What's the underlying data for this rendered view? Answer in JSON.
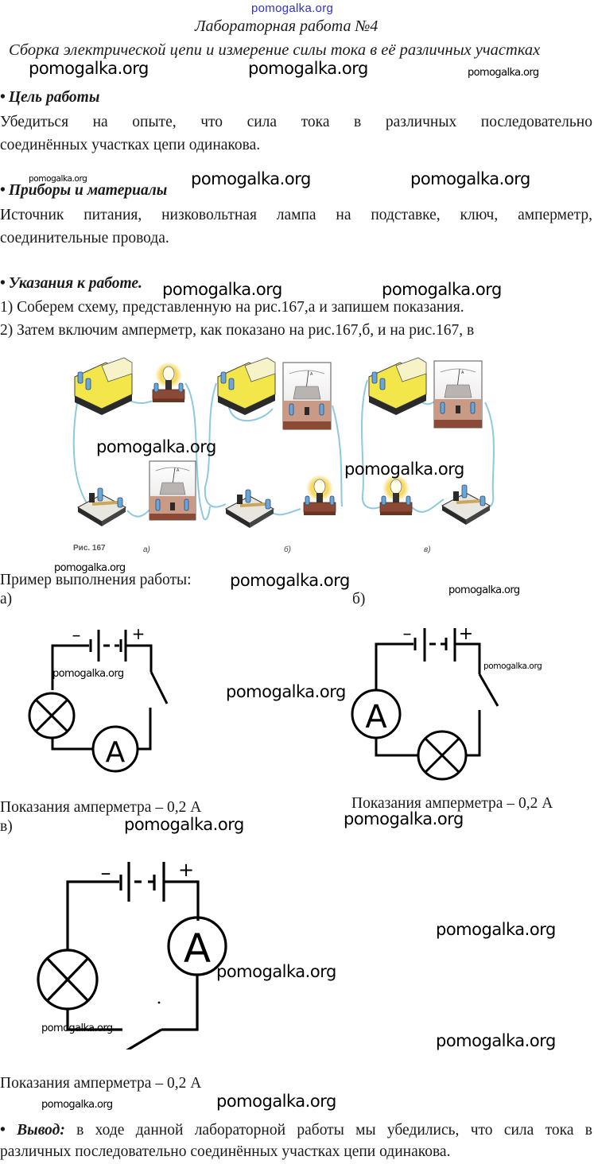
{
  "watermark": "pomogalka.org",
  "header": {
    "lab_title": "Лабораторная работа №4",
    "lab_subtitle": "Сборка электрической цепи и измерение силы тока в её различных участках"
  },
  "goal": {
    "heading": "Цель работы",
    "text_line1": "Убедиться на опыте, что сила тока в различных последовательно",
    "text_line2": "соединённых участках цепи одинакова."
  },
  "equipment": {
    "heading": "Приборы и материалы",
    "text_line1": "Источник питания, низковольтная лампа на подставке, ключ, амперметр,",
    "text_line2": "соединительные провода."
  },
  "instructions": {
    "heading": "Указания к работе.",
    "steps": [
      "1) Соберем схему, представленную на рис.167,а и запишем показания.",
      "2) Затем включим амперметр, как показано на рис.167,б, и на рис.167, в"
    ]
  },
  "figure_167": {
    "caption": "Рис. 167",
    "panel_labels": [
      "а)",
      "б)",
      "в)"
    ],
    "ammeter_letter": "A",
    "colors": {
      "wire": "#8ec9df",
      "source_yellow": "#f2e64a",
      "base_brown": "#8b4a35",
      "bulb_glow": "#f6d75a",
      "terminal_blue": "#6aa6d8"
    }
  },
  "example": {
    "heading": "Пример выполнения работы:",
    "schemes": [
      {
        "label": "а)",
        "reading": "Показания амперметра – 0,2 А"
      },
      {
        "label": "б)",
        "reading": "Показания амперметра – 0,2 А"
      },
      {
        "label": "в)",
        "reading": "Показания амперметра – 0,2 А"
      }
    ],
    "minus_sign": "–",
    "plus_sign": "+",
    "ammeter_letter": "A"
  },
  "conclusion": {
    "heading": "Вывод:",
    "text_line1": "в ходе данной лабораторной работы мы убедились, что сила тока в",
    "text_line2": "различных последовательно соединённых участках цепи одинакова."
  }
}
